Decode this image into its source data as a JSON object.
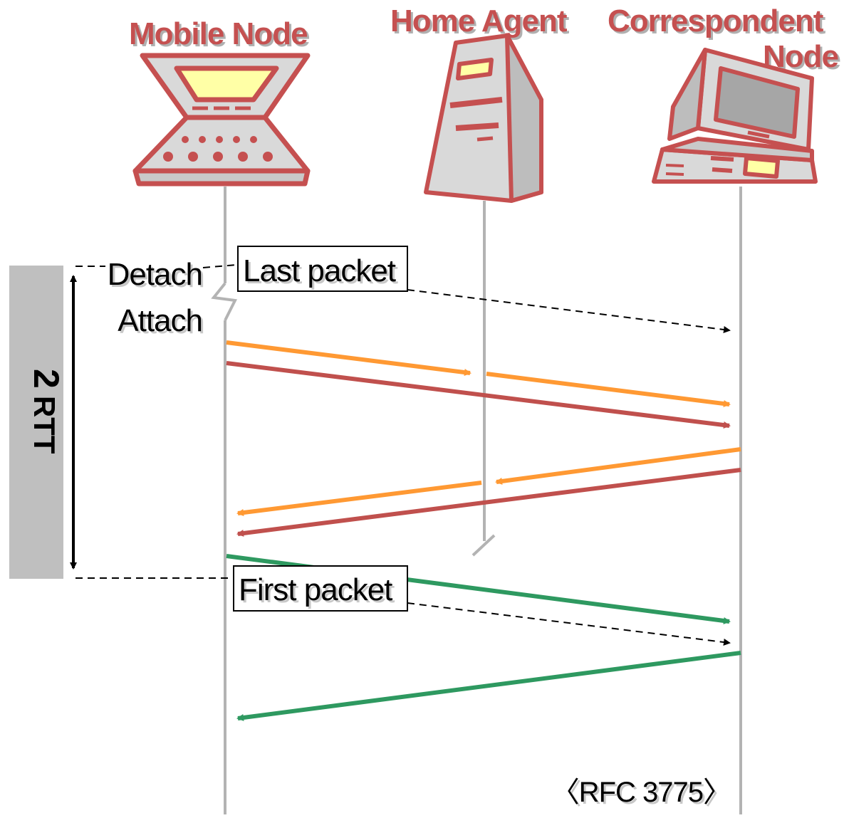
{
  "nodes": {
    "mobile": "Mobile Node",
    "home": "Home Agent",
    "correspondent_line1": "Correspondent",
    "correspondent_line2": "Node"
  },
  "labels": {
    "detach": "Detach",
    "attach": "Attach",
    "last_packet": "Last packet",
    "first_packet": "First packet",
    "rtt_number": "2",
    "rtt_unit": "RTT",
    "reference": "〈RFC 3775〉"
  },
  "colors": {
    "node_red": "#c55050",
    "orange": "#ff9933",
    "red": "#c0504d",
    "green": "#2e9960",
    "lifeline": "#b3b3b3",
    "rtt_bar": "#bfbfbf"
  }
}
